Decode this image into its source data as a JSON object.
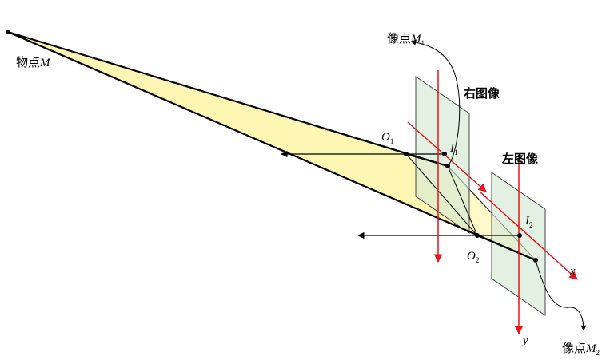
{
  "labels": {
    "object_point": {
      "prefix": "物点",
      "var": "M",
      "sub": ""
    },
    "image_point_1": {
      "prefix": "像点",
      "var": "M",
      "sub": "1"
    },
    "image_point_2": {
      "prefix": "像点",
      "var": "M",
      "sub": "2"
    },
    "right_image": "右图像",
    "left_image": "左图像",
    "o1": {
      "var": "O",
      "sub": "1"
    },
    "o2": {
      "var": "O",
      "sub": "2"
    },
    "i1": {
      "var": "I",
      "sub": "1"
    },
    "i2": {
      "var": "I",
      "sub": "2"
    },
    "axis_x": "x",
    "axis_y": "y"
  },
  "colors": {
    "projection_fill": "#fdf7b0",
    "image_plane_fill": "#d4ead4",
    "axis_red": "#e8141b",
    "line_black": "#000000"
  }
}
